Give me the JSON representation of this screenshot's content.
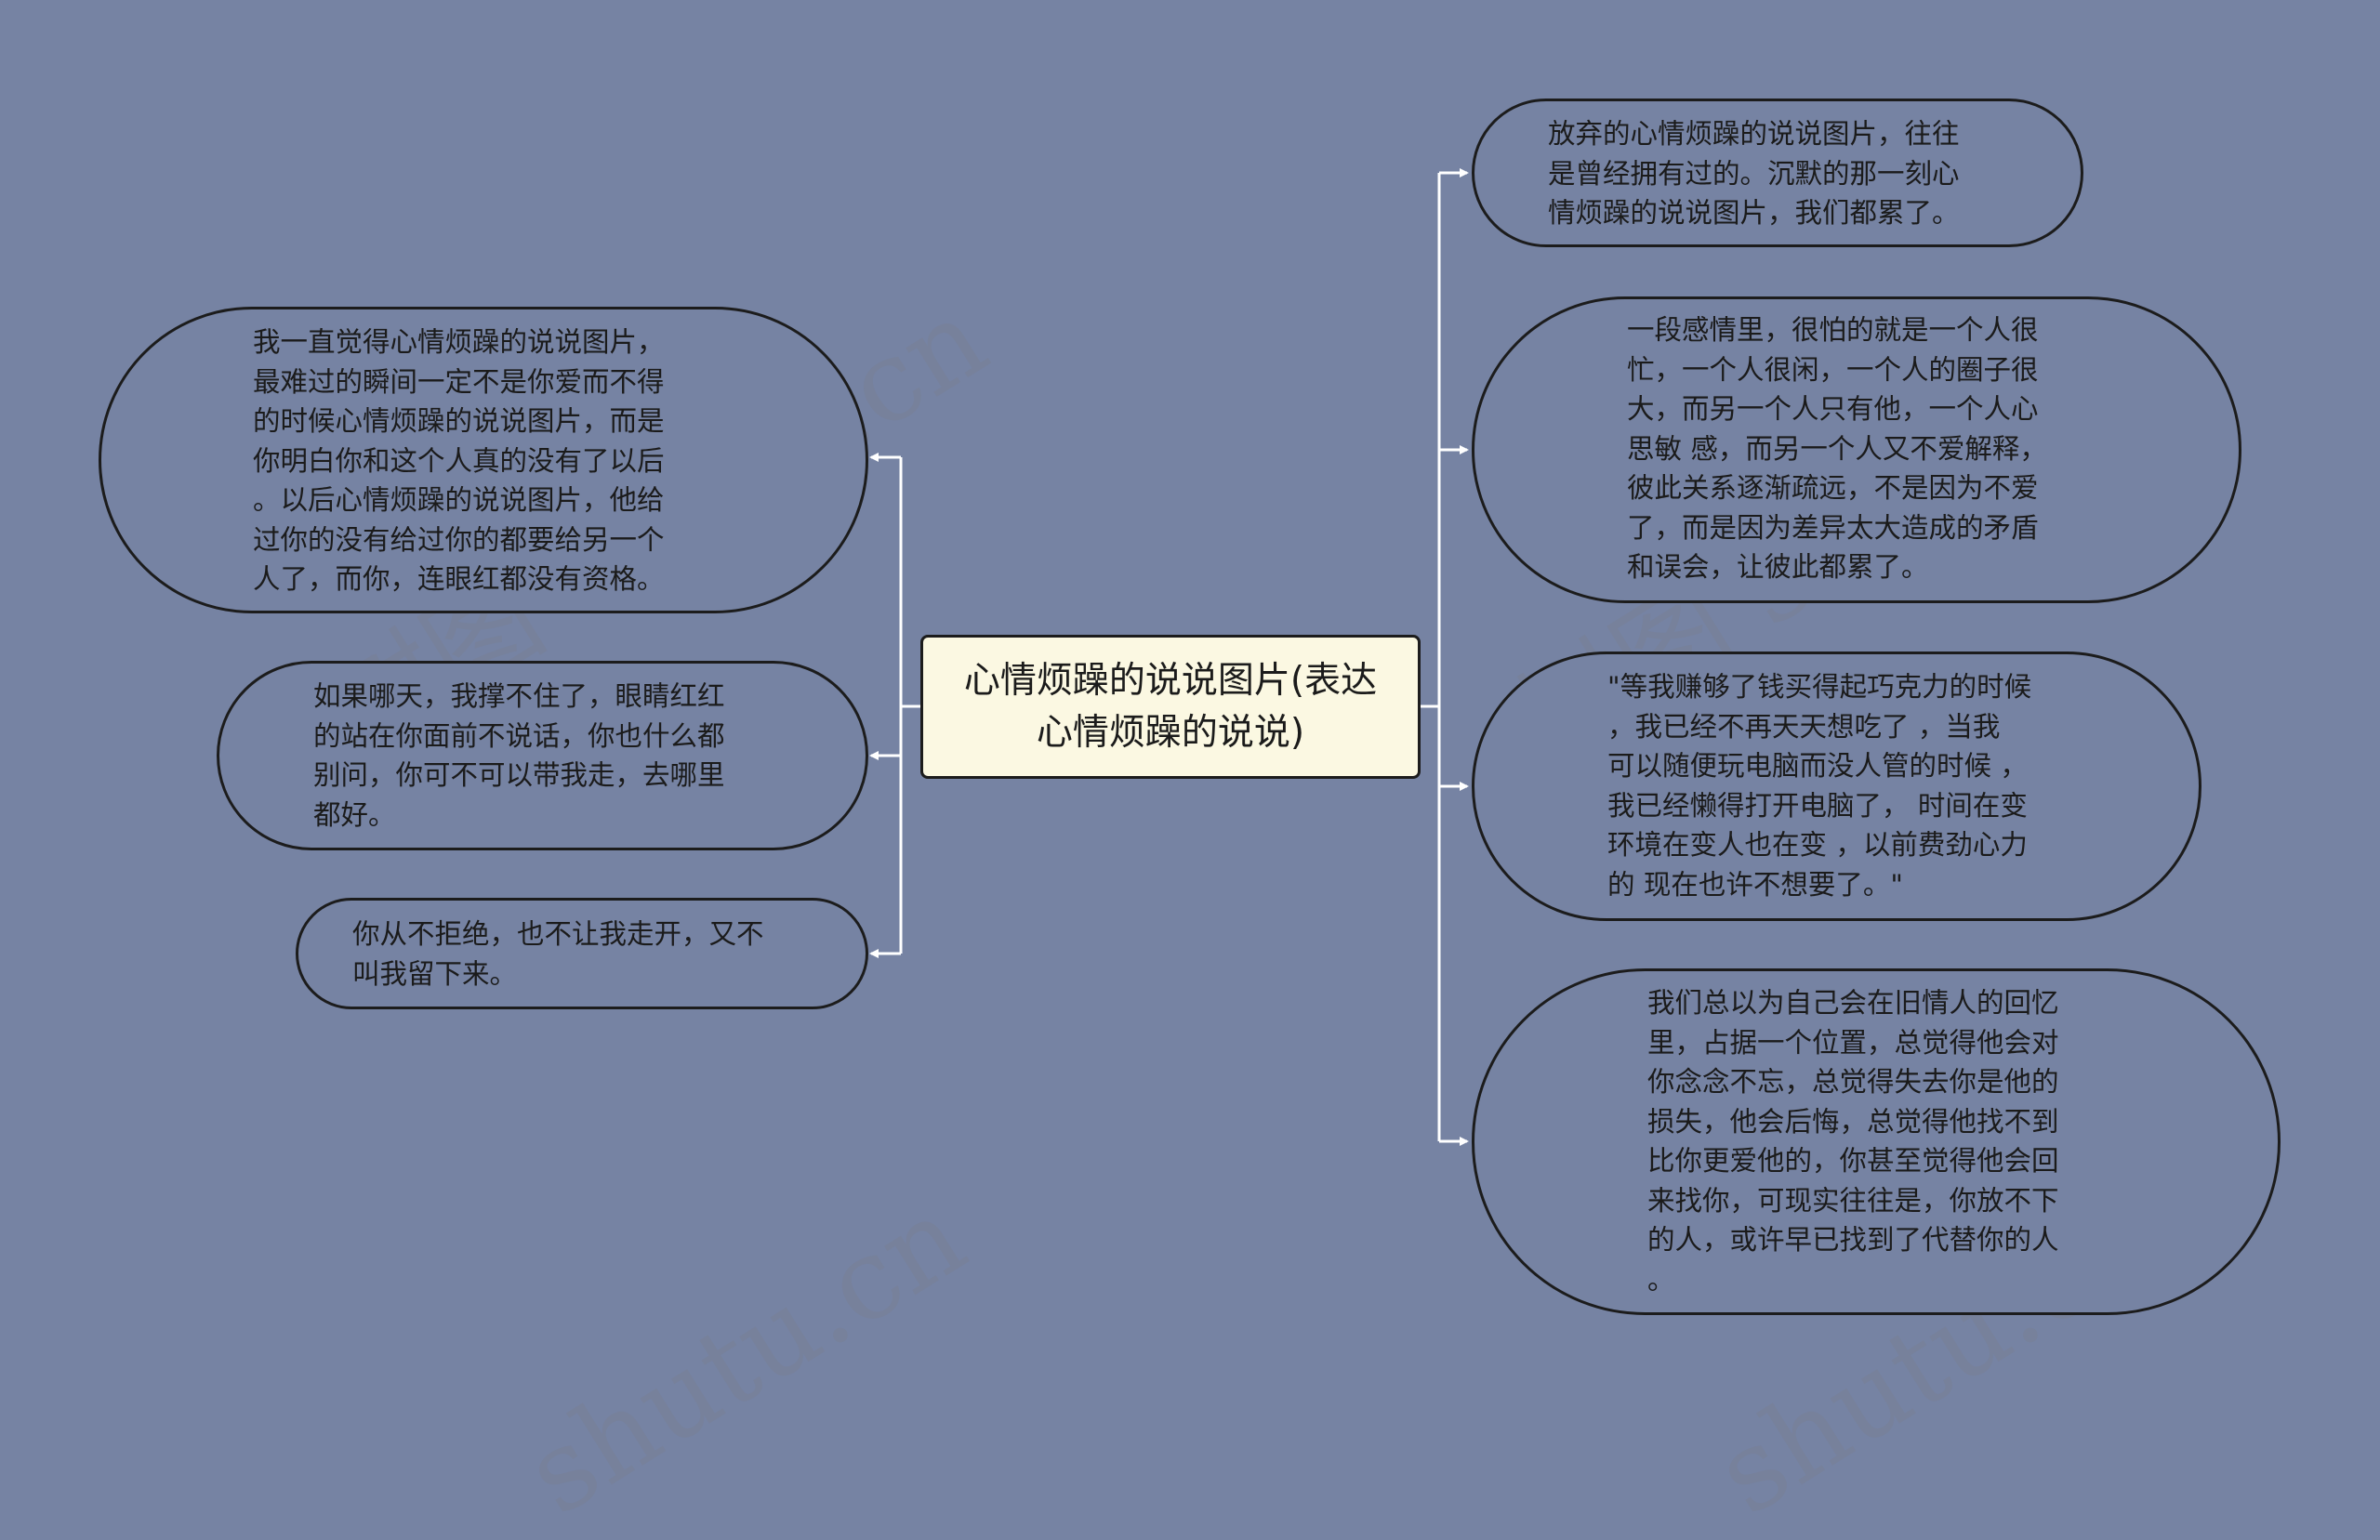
{
  "center": {
    "text": "心情烦躁的说说图片(表达\n心情烦躁的说说)"
  },
  "left_nodes": [
    {
      "text": "我一直觉得心情烦躁的说说图片，\n最难过的瞬间一定不是你爱而不得\n的时候心情烦躁的说说图片，而是\n你明白你和这个人真的没有了以后\n。以后心情烦躁的说说图片，他给\n过你的没有给过你的都要给另一个\n人了，而你，连眼红都没有资格。"
    },
    {
      "text": "如果哪天，我撑不住了，眼睛红红\n的站在你面前不说话，你也什么都\n别问，你可不可以带我走，去哪里\n都好。"
    },
    {
      "text": "你从不拒绝，也不让我走开，又不\n叫我留下来。"
    }
  ],
  "right_nodes": [
    {
      "text": "放弃的心情烦躁的说说图片，往往\n是曾经拥有过的。沉默的那一刻心\n情烦躁的说说图片，我们都累了。"
    },
    {
      "text": "一段感情里，很怕的就是一个人很\n忙，一个人很闲，一个人的圈子很\n大，而另一个人只有他，一个人心\n思敏 感，而另一个人又不爱解释，\n彼此关系逐渐疏远，不是因为不爱\n了，而是因为差异太大造成的矛盾\n和误会，让彼此都累了。"
    },
    {
      "text": "\"等我赚够了钱买得起巧克力的时候\n，我已经不再天天想吃了 ，当我\n可以随便玩电脑而没人管的时候 ，\n我已经懒得打开电脑了， 时间在变\n环境在变人也在变 ，以前费劲心力\n的 现在也许不想要了。\""
    },
    {
      "text": "我们总以为自己会在旧情人的回忆\n里，占据一个位置，总觉得他会对\n你念念不忘，总觉得失去你是他的\n损失，他会后悔，总觉得他找不到\n比你更爱他的，你甚至觉得他会回\n来找你，可现实往往是，你放不下\n的人，或许早已找到了代替你的人\n。"
    }
  ],
  "watermarks": [
    "树图 shutu.cn",
    "shutu.cn",
    "树图 shutu.cn",
    "shutu.cn"
  ],
  "colors": {
    "background": "#7683a3",
    "center_fill": "#fbf8e2",
    "border": "#1c1c1c",
    "connector": "#ffffff"
  }
}
